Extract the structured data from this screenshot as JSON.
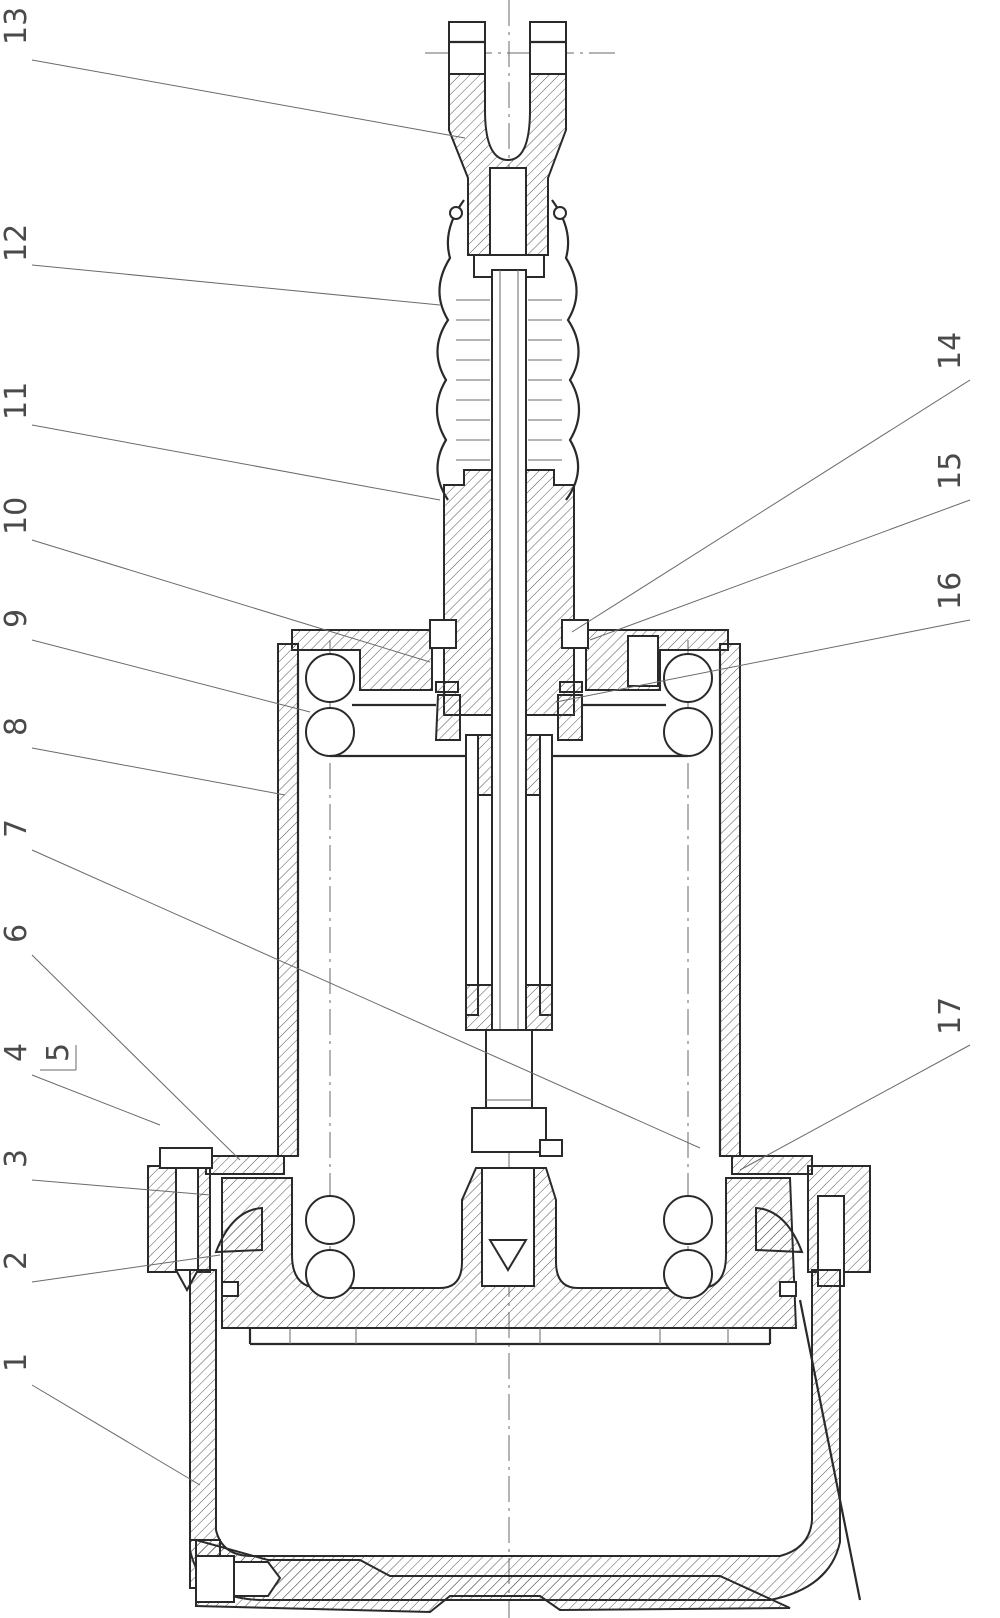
{
  "drawing": {
    "part_labels": [
      "1",
      "2",
      "3",
      "4",
      "5",
      "6",
      "7",
      "8",
      "9",
      "10",
      "11",
      "12",
      "13",
      "14",
      "15",
      "16",
      "17"
    ]
  }
}
